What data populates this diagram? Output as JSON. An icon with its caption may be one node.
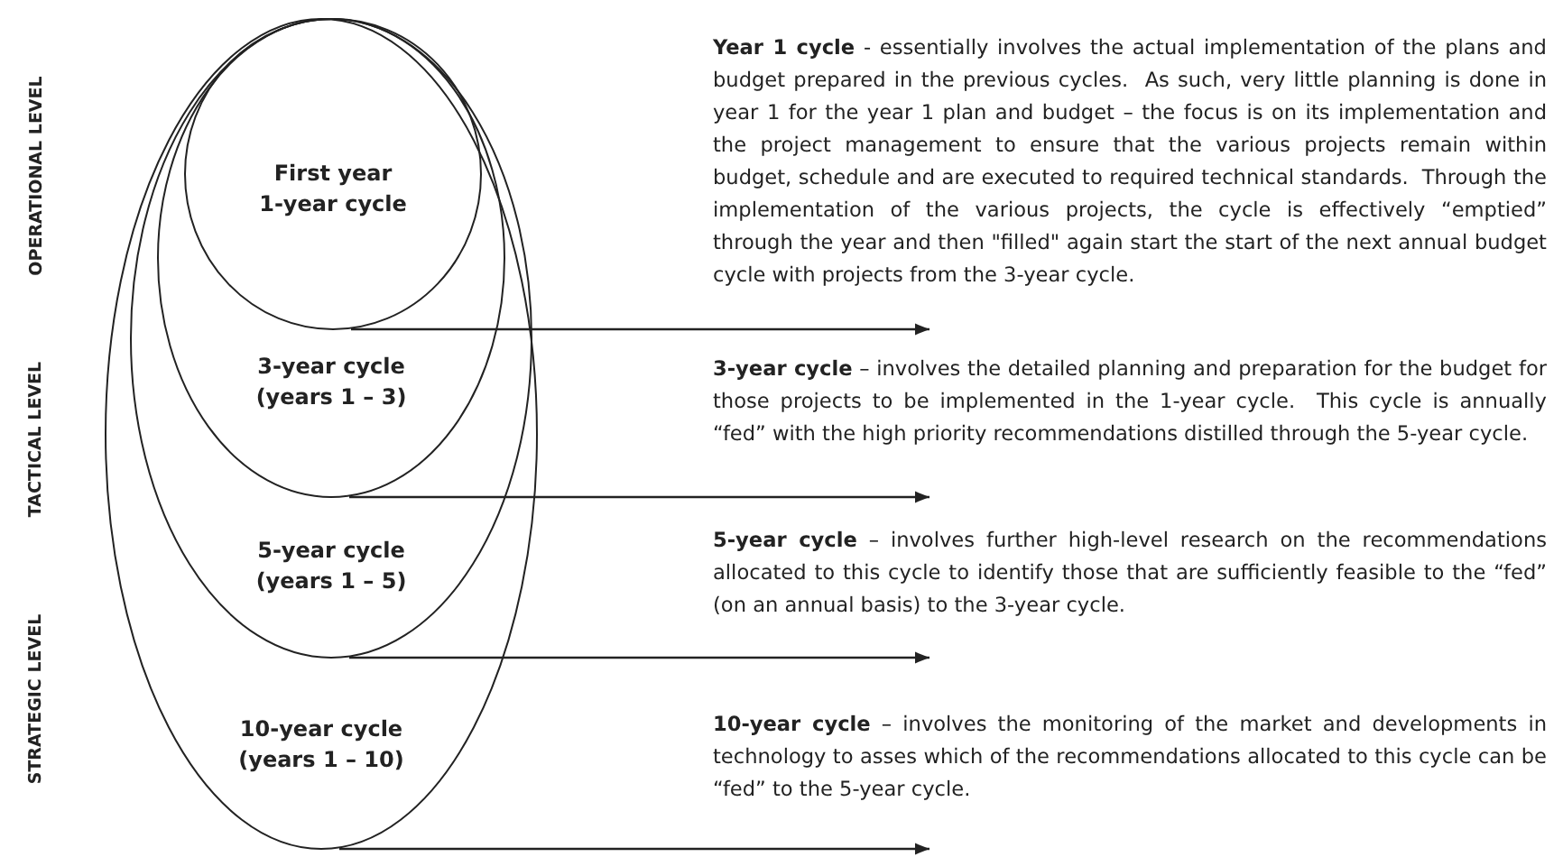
{
  "diagram": {
    "nodes": [
      {
        "text": [
          "10-year cycle (years 1 – 10)"
        ]
      },
      {
        "text": [
          "5-year cycle (years 1 – 5)"
        ],
        "in": 0
      },
      {
        "text": [
          "3-year cycle (years 1 – 3)"
        ],
        "in": 1
      },
      {
        "text": [
          "First year 1-year cycle"
        ],
        "in": 2
      },
      {
        "text": [
          "**Year 1 cycle** - essentially involves the actual implementation of the plans and budget prepared in the previous cycles.  As such, very little planning is done in year 1 for the year 1 plan and budget – the focus is on its implementation and the project management to ensure that the various projects remain within budget, schedule and are executed to required technical standards.  Through the implementation of the various projects, the cycle is effectively “emptied” through the year and then \"filled\" again start the start of the next annual budget cycle with projects from the 3-year cycle."
        ]
      },
      {
        "text": [
          "**3-year cycle** – involves the detailed planning and preparation for the budget for those projects to be implemented in the 1-year cycle.  This cycle is annually “fed” with the high priority recommendations distilled through the 5-year cycle."
        ]
      },
      {
        "text": [
          "**5-year cycle** – involves further high-level research on the recommendations allocated to this cycle to identify those that are sufficiently feasible to the “fed” (on an annual basis) to the 3-year cycle."
        ]
      },
      {
        "text": [
          "**10-year cycle** – involves the monitoring of the market and developments in technology to asses which of the recommendations allocated to this cycle can be “fed” to the 5-year cycle."
        ]
      }
    ],
    "edges": [
      {
        "from": 3,
        "to": 4,
        "arrow": "to"
      },
      {
        "from": 2,
        "to": 5,
        "arrow": "to"
      },
      {
        "from": 1,
        "to": 6,
        "arrow": "to"
      },
      {
        "from": 0,
        "to": 7,
        "arrow": "to"
      }
    ],
    "labels": [
      "OPERATIONAL LEVEL",
      "TACTICAL LEVEL",
      "STRATEGIC LEVEL"
    ]
  }
}
